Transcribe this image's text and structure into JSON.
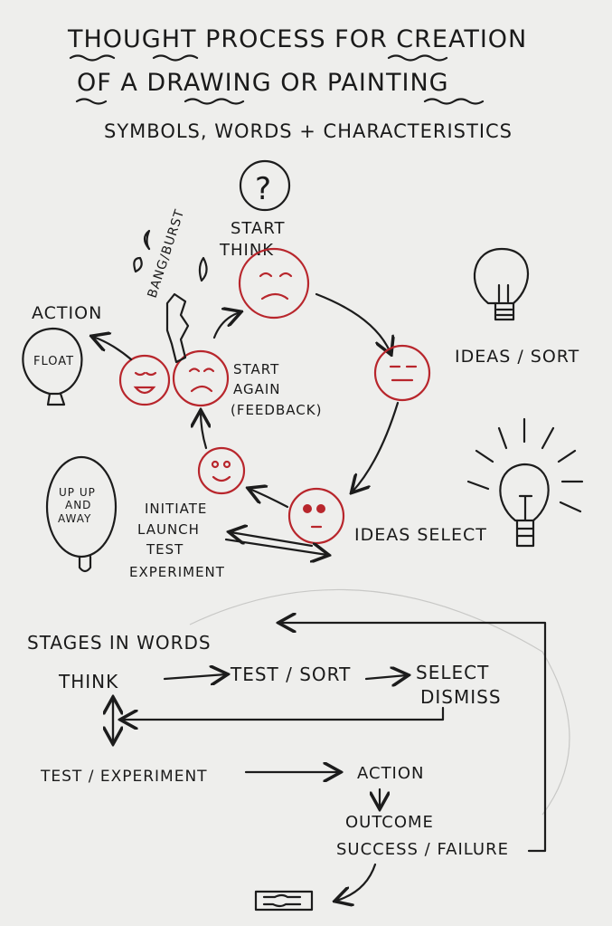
{
  "title": {
    "line1": "THOUGHT PROCESS FOR CREATION",
    "line2": "OF A DRAWING OR PAINTING",
    "subtitle": "SYMBOLS, WORDS + CHARACTERISTICS"
  },
  "cycle": {
    "question_mark": "?",
    "start_think": [
      "START",
      "THINK"
    ],
    "ideas_sort": "IDEAS / SORT",
    "ideas_select": "IDEAS SELECT",
    "initiate": [
      "INITIATE",
      "LAUNCH",
      "TEST",
      "EXPERIMENT"
    ],
    "start_again": [
      "START",
      "AGAIN",
      "(FEEDBACK)"
    ],
    "bang_burst": "BANG/BURST",
    "action": "ACTION",
    "float": "FLOAT",
    "up_up_and_away": [
      "UP UP",
      "AND",
      "AWAY"
    ]
  },
  "stages": {
    "heading": "STAGES IN WORDS",
    "think": "THINK",
    "test_sort": "TEST / SORT",
    "select": "SELECT",
    "dismiss": "DISMISS",
    "test_experiment": "TEST / EXPERIMENT",
    "action": "ACTION",
    "outcome": "OUTCOME",
    "success_failure": "SUCCESS / FAILURE"
  },
  "colors": {
    "ink": "#1c1c1c",
    "red": "#b8262c",
    "paper": "#eeeeec"
  }
}
